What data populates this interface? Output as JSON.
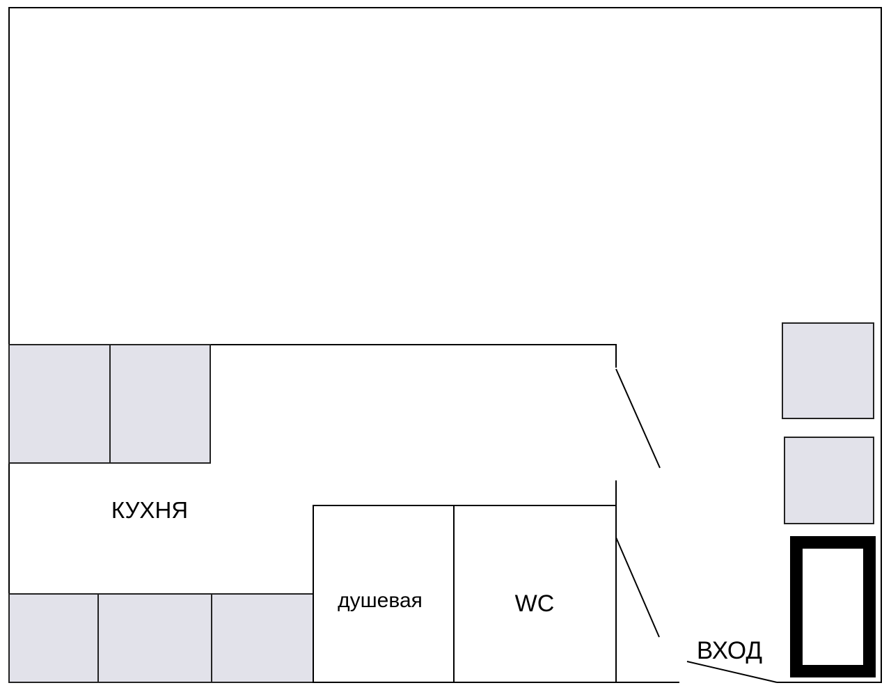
{
  "plan": {
    "labels": {
      "kitchen": "КУХНЯ",
      "shower": "душевая",
      "wc": "WC",
      "entrance": "ВХОД"
    },
    "colors": {
      "cabinet_fill": "#e2e2ea",
      "wall": "#000000"
    }
  }
}
